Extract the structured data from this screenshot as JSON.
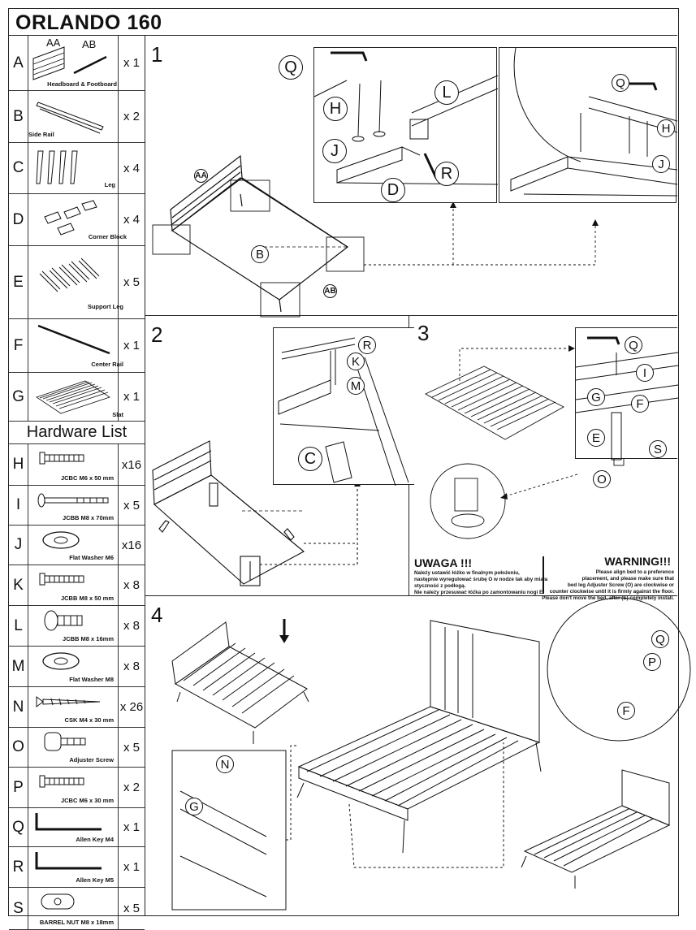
{
  "title": "ORLANDO 160",
  "parts": [
    {
      "letter": "A",
      "sublabels": [
        "AA",
        "AB"
      ],
      "name": "Headboard & Footboard",
      "qty": "x 1"
    },
    {
      "letter": "B",
      "name": "Side Rail",
      "qty": "x 2"
    },
    {
      "letter": "C",
      "name": "Leg",
      "qty": "x 4"
    },
    {
      "letter": "D",
      "name": "Corner Block",
      "qty": "x 4"
    },
    {
      "letter": "E",
      "name": "Support Leg",
      "qty": "x 5"
    },
    {
      "letter": "F",
      "name": "Center Rail",
      "qty": "x 1"
    },
    {
      "letter": "G",
      "name": "Slat",
      "qty": "x 1"
    }
  ],
  "hardware_header": "Hardware List",
  "hardware": [
    {
      "letter": "H",
      "name": "JCBC M6 x 50 mm",
      "qty": "x16",
      "icon": "hex-bolt-icon"
    },
    {
      "letter": "I",
      "name": "JCBB M8 x 70mm",
      "qty": "x 5",
      "icon": "long-bolt-icon"
    },
    {
      "letter": "J",
      "name": "Flat Washer M6",
      "qty": "x16",
      "icon": "washer-icon"
    },
    {
      "letter": "K",
      "name": "JCBB M8 x 50 mm",
      "qty": "x 8",
      "icon": "hex-bolt-icon"
    },
    {
      "letter": "L",
      "name": "JCBB M8 x 16mm",
      "qty": "x 8",
      "icon": "short-bolt-icon"
    },
    {
      "letter": "M",
      "name": "Flat Washer M8",
      "qty": "x 8",
      "icon": "washer-icon"
    },
    {
      "letter": "N",
      "name": "CSK M4 x 30 mm",
      "qty": "x 26",
      "icon": "wood-screw-icon"
    },
    {
      "letter": "O",
      "name": "Adjuster Screw",
      "qty": "x 5",
      "icon": "adjuster-screw-icon"
    },
    {
      "letter": "P",
      "name": "JCBC M6 x 30 mm",
      "qty": "x 2",
      "icon": "hex-bolt-icon"
    },
    {
      "letter": "Q",
      "name": "Allen Key M4",
      "qty": "x 1",
      "icon": "allen-key-icon"
    },
    {
      "letter": "R",
      "name": "Allen Key M5",
      "qty": "x 1",
      "icon": "allen-key-icon"
    },
    {
      "letter": "S",
      "name": "BARREL NUT M8 x 18mm",
      "qty": "x 5",
      "icon": "barrel-nut-icon"
    }
  ],
  "steps": {
    "s1": {
      "num": "1",
      "callouts": [
        "AA",
        "B",
        "AB",
        "Q",
        "H",
        "L",
        "J",
        "R",
        "D",
        "Q",
        "H",
        "J"
      ]
    },
    "s2": {
      "num": "2",
      "callouts": [
        "R",
        "K",
        "M",
        "C"
      ]
    },
    "s3": {
      "num": "3",
      "callouts": [
        "Q",
        "I",
        "G",
        "F",
        "E",
        "S",
        "O"
      ]
    },
    "s4": {
      "num": "4",
      "callouts": [
        "Q",
        "P",
        "F",
        "N",
        "G"
      ]
    }
  },
  "warning_pl": {
    "title": "UWAGA !!!",
    "lines": [
      "Należy ustawić łóżko w finalnym położeniu,",
      "następnie wyregulować śrubę O w nodze tak aby miała",
      "styczność z podłogą.",
      "Nie należy przesuwać łóżka po zamontowaniu nogi E"
    ]
  },
  "warning_en": {
    "title": "WARNING!!!",
    "lines": [
      "Please align bed to a preference",
      "placement, and please make sure that",
      "bed leg Adjuster Screw (O) are clockwise or",
      "counter clockwise until it is firmly against the floor.",
      "Please don't move the bed, after (E) completely install."
    ]
  },
  "colors": {
    "ink": "#111111",
    "paper": "#ffffff"
  }
}
